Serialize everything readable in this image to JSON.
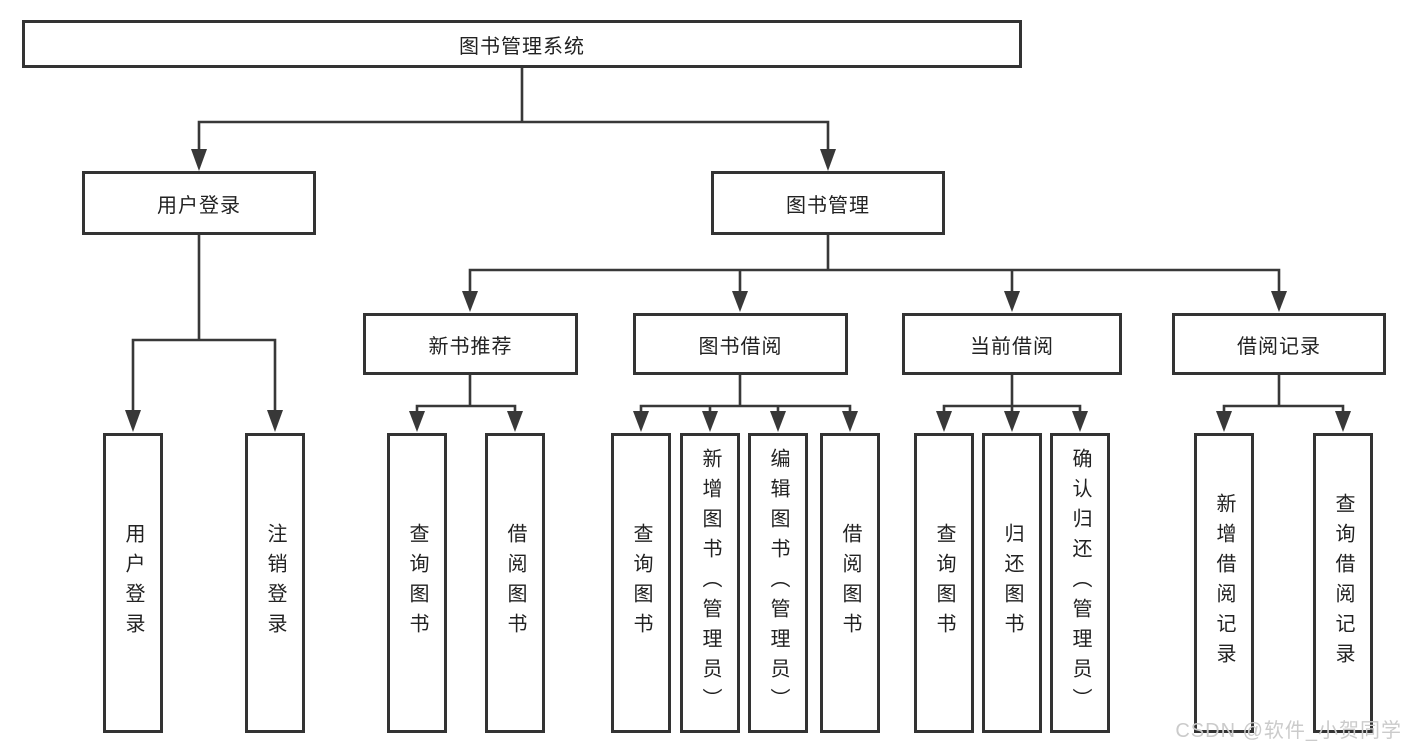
{
  "tree": {
    "root": "图书管理系统",
    "children": [
      {
        "label": "用户登录",
        "children": [
          {
            "label": "用户登录"
          },
          {
            "label": "注销登录"
          }
        ]
      },
      {
        "label": "图书管理",
        "children": [
          {
            "label": "新书推荐",
            "children": [
              {
                "label": "查询图书"
              },
              {
                "label": "借阅图书"
              }
            ]
          },
          {
            "label": "图书借阅",
            "children": [
              {
                "label": "查询图书"
              },
              {
                "label": "新增图书（管理员）"
              },
              {
                "label": "编辑图书（管理员）"
              },
              {
                "label": "借阅图书"
              }
            ]
          },
          {
            "label": "当前借阅",
            "children": [
              {
                "label": "查询图书"
              },
              {
                "label": "归还图书"
              },
              {
                "label": "确认归还（管理员）"
              }
            ]
          },
          {
            "label": "借阅记录",
            "children": [
              {
                "label": "新增借阅记录"
              },
              {
                "label": "查询借阅记录"
              }
            ]
          }
        ]
      }
    ]
  },
  "watermark": {
    "text": "CSDN @软件_小贺同学"
  },
  "colors": {
    "line": "#383838",
    "border": "#333333",
    "text": "#222222",
    "watermark": "#cbcbcb",
    "background": "#ffffff"
  }
}
